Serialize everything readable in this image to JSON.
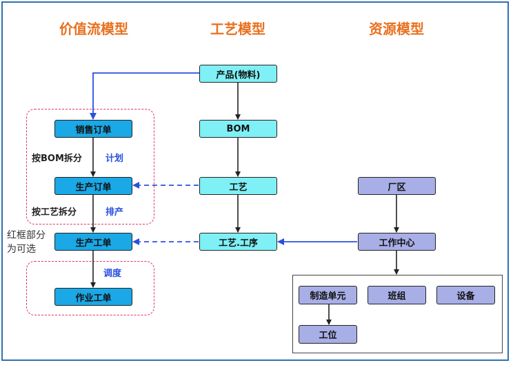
{
  "headers": {
    "value_stream": "价值流模型",
    "process": "工艺模型",
    "resource": "资源模型"
  },
  "value_stream": {
    "sales_order": "销售订单",
    "production_order": "生产订单",
    "production_work_order": "生产工单",
    "job_order": "作业工单",
    "split_by_bom": "按BOM拆分",
    "split_by_process": "按工艺拆分",
    "plan": "计划",
    "schedule": "排产",
    "dispatch": "调度",
    "optional_note_line1": "红框部分",
    "optional_note_line2": "为可选"
  },
  "process_model": {
    "product": "产品(物料)",
    "bom": "BOM",
    "process": "工艺",
    "operation": "工艺.工序"
  },
  "resource_model": {
    "factory": "厂区",
    "work_center": "工作中心",
    "manufacturing_unit": "制造单元",
    "team": "班组",
    "equipment": "设备",
    "work_station": "工位"
  },
  "colors": {
    "header_text": "#e8701e",
    "value_stream_node": "#1aa8e6",
    "process_node": "#7ff0f5",
    "resource_node": "#a8aee6",
    "optional_frame": "#e0306a",
    "link_arrow": "#2a4fe0",
    "flow_arrow": "#222222"
  }
}
